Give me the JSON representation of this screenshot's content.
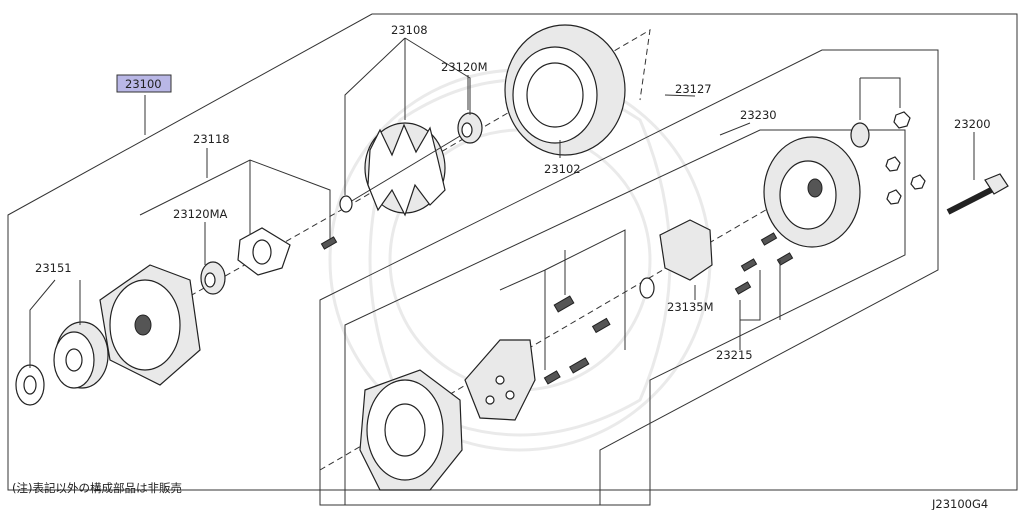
{
  "labels": {
    "assembly": "23100",
    "rotor": "23108",
    "rear_bearing": "23120M",
    "stator": "23102",
    "rear_group": "23127",
    "rear_cover": "23230",
    "through_bolt": "23200",
    "retainer": "23118",
    "front_bearing": "23120MA",
    "pulley": "23151",
    "regulator": "23135M",
    "screws": "23215"
  },
  "note": "(注)表記以外の構成部品は非販売",
  "diagram_code": "J23100G4",
  "colors": {
    "highlight": "#b9b7e6"
  }
}
